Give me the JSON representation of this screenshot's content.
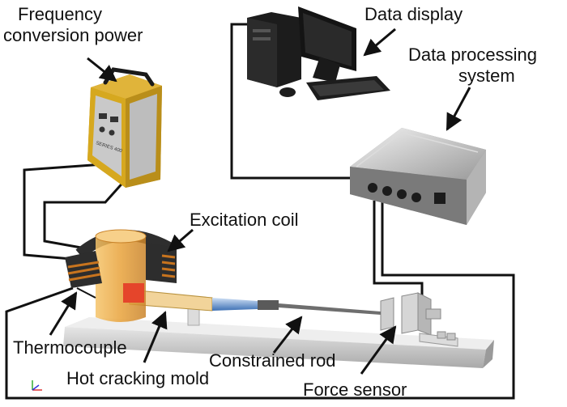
{
  "labels": {
    "frequency_power_line1": "Frequency",
    "frequency_power_line2": "conversion power",
    "data_display": "Data display",
    "data_processing_line1": "Data processing",
    "data_processing_line2": "system",
    "excitation_coil": "Excitation coil",
    "thermocouple": "Thermocouple",
    "constrained_rod": "Constrained rod",
    "hot_cracking_mold": "Hot cracking mold",
    "force_sensor": "Force sensor"
  },
  "colors": {
    "wire": "#111111",
    "power_supply_frame": "#d9a81e",
    "coil_copper": "#c8741e",
    "mold": "#e8a23a",
    "base": "#d4d4d4"
  },
  "power_panel_text": "SERIES 400"
}
